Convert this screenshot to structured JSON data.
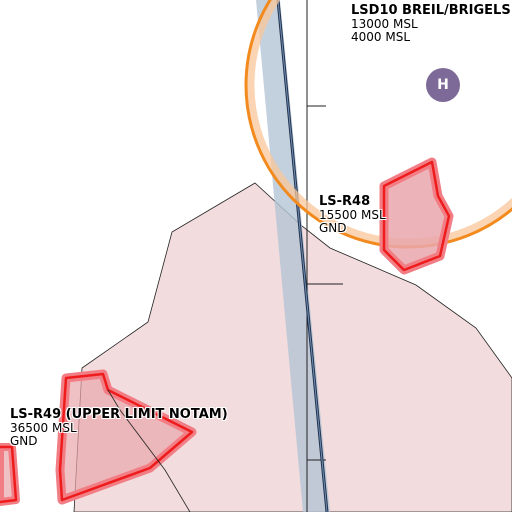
{
  "airspaces": [
    {
      "name": "LSD10 BREIL/BRIGELS",
      "upper": "13000 MSL",
      "lower": "4000 MSL",
      "color": "#f28a1e"
    },
    {
      "name": "LS-R48",
      "upper": "15500 MSL",
      "lower": "GND",
      "color": "#ee1c1c"
    },
    {
      "name": "LS-R49 (UPPER LIMIT NOTAM)",
      "upper": "36500 MSL",
      "lower": "GND",
      "color": "#ee1c1c"
    }
  ],
  "heliport": {
    "symbol": "H",
    "color": "#7e6a98"
  },
  "colors": {
    "restricted_fill": "#f2d4d6",
    "corridor_fill": "#b3c6d8",
    "route_line": "#23324a"
  }
}
